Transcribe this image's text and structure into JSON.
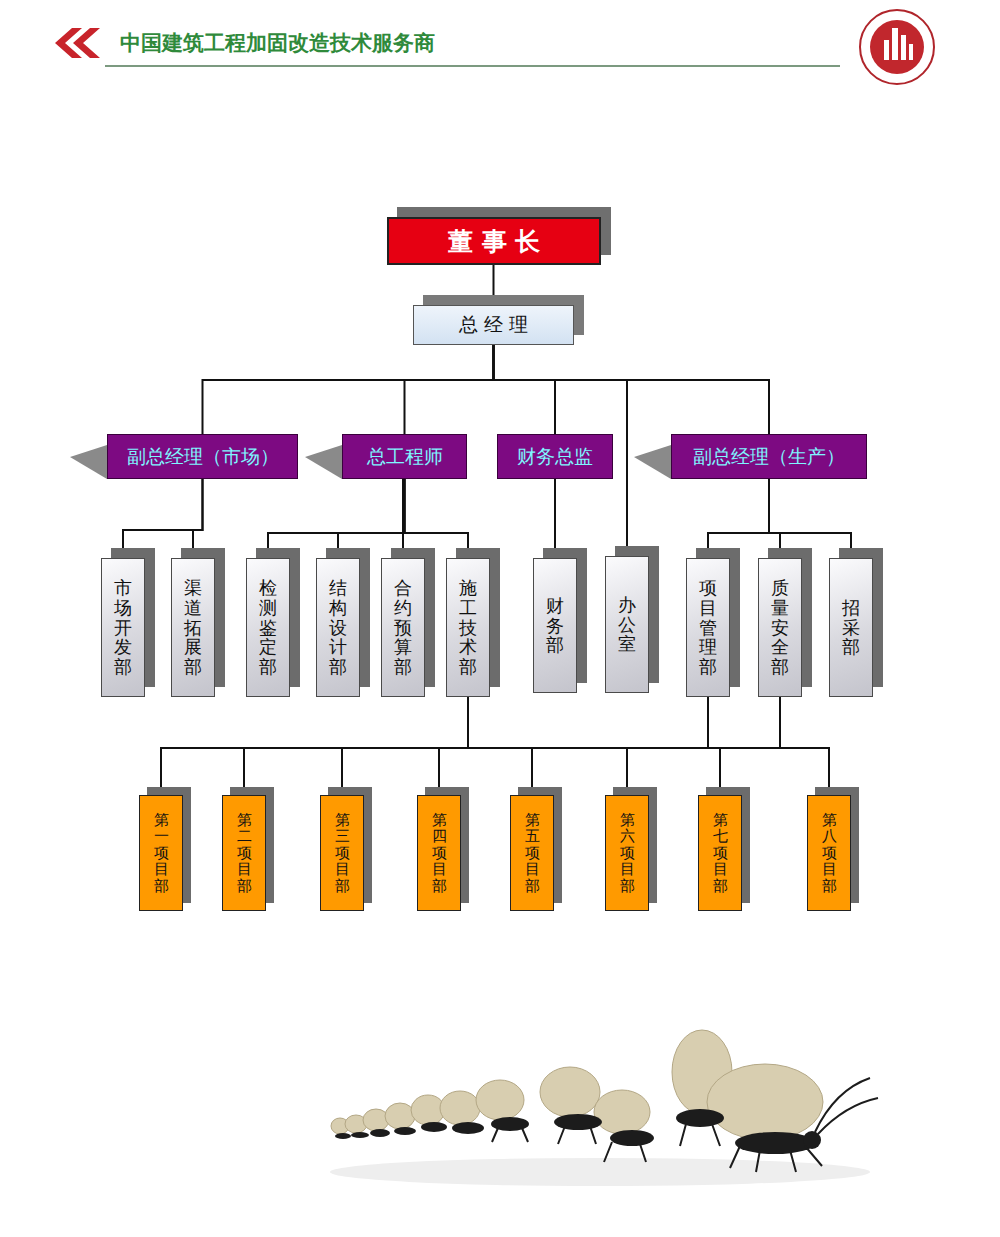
{
  "diagram": {
    "title": "中国建筑工程加固改造技术服务商",
    "nodes": [
      {
        "text": [
          "董事长"
        ]
      },
      {
        "text": [
          "总经理"
        ]
      },
      {
        "text": [
          "副总经理（市场）"
        ]
      },
      {
        "text": [
          "总工程师"
        ]
      },
      {
        "text": [
          "财务总监"
        ]
      },
      {
        "text": [
          "副总经理（生产）"
        ]
      },
      {
        "text": [
          "市场开发部"
        ]
      },
      {
        "text": [
          "渠道拓展部"
        ]
      },
      {
        "text": [
          "检测鉴定部"
        ]
      },
      {
        "text": [
          "结构设计部"
        ]
      },
      {
        "text": [
          "合约预算部"
        ]
      },
      {
        "text": [
          "施工技术部"
        ]
      },
      {
        "text": [
          "财务部"
        ]
      },
      {
        "text": [
          "办公室"
        ]
      },
      {
        "text": [
          "项目管理部"
        ]
      },
      {
        "text": [
          "质量安全部"
        ]
      },
      {
        "text": [
          "招采部"
        ]
      },
      {
        "text": [
          "第一项目部"
        ]
      },
      {
        "text": [
          "第二项目部"
        ]
      },
      {
        "text": [
          "第三项目部"
        ]
      },
      {
        "text": [
          "第四项目部"
        ]
      },
      {
        "text": [
          "第五项目部"
        ]
      },
      {
        "text": [
          "第六项目部"
        ]
      },
      {
        "text": [
          "第七项目部"
        ]
      },
      {
        "text": [
          "第八项目部"
        ]
      }
    ],
    "edges": [
      {
        "from": 0,
        "to": 1,
        "arrow": "none"
      },
      {
        "from": 1,
        "to": 2,
        "arrow": "none"
      },
      {
        "from": 1,
        "to": 3,
        "arrow": "none"
      },
      {
        "from": 1,
        "to": 4,
        "arrow": "none"
      },
      {
        "from": 1,
        "to": 13,
        "arrow": "none"
      },
      {
        "from": 1,
        "to": 5,
        "arrow": "none"
      },
      {
        "from": 2,
        "to": 6,
        "arrow": "none"
      },
      {
        "from": 2,
        "to": 7,
        "arrow": "none"
      },
      {
        "from": 3,
        "to": 8,
        "arrow": "none"
      },
      {
        "from": 3,
        "to": 9,
        "arrow": "none"
      },
      {
        "from": 3,
        "to": 10,
        "arrow": "none"
      },
      {
        "from": 3,
        "to": 11,
        "arrow": "none"
      },
      {
        "from": 4,
        "to": 12,
        "arrow": "none"
      },
      {
        "from": 5,
        "to": 14,
        "arrow": "none"
      },
      {
        "from": 5,
        "to": 15,
        "arrow": "none"
      },
      {
        "from": 5,
        "to": 16,
        "arrow": "none"
      },
      {
        "from": 11,
        "to": 17,
        "arrow": "none"
      },
      {
        "from": 11,
        "to": 18,
        "arrow": "none"
      },
      {
        "from": 11,
        "to": 19,
        "arrow": "none"
      },
      {
        "from": 11,
        "to": 20,
        "arrow": "none"
      },
      {
        "from": 11,
        "to": 21,
        "arrow": "none"
      },
      {
        "from": 11,
        "to": 22,
        "arrow": "none"
      },
      {
        "from": 11,
        "to": 23,
        "arrow": "none"
      },
      {
        "from": 11,
        "to": 24,
        "arrow": "none"
      },
      {
        "from": 14,
        "to": 17,
        "arrow": "none"
      },
      {
        "from": 14,
        "to": 18,
        "arrow": "none"
      },
      {
        "from": 14,
        "to": 19,
        "arrow": "none"
      },
      {
        "from": 14,
        "to": 20,
        "arrow": "none"
      },
      {
        "from": 14,
        "to": 21,
        "arrow": "none"
      },
      {
        "from": 14,
        "to": 22,
        "arrow": "none"
      },
      {
        "from": 14,
        "to": 23,
        "arrow": "none"
      },
      {
        "from": 14,
        "to": 24,
        "arrow": "none"
      },
      {
        "from": 15,
        "to": 17,
        "arrow": "none"
      },
      {
        "from": 15,
        "to": 18,
        "arrow": "none"
      },
      {
        "from": 15,
        "to": 19,
        "arrow": "none"
      },
      {
        "from": 15,
        "to": 20,
        "arrow": "none"
      },
      {
        "from": 15,
        "to": 21,
        "arrow": "none"
      },
      {
        "from": 15,
        "to": 22,
        "arrow": "none"
      },
      {
        "from": 15,
        "to": 23,
        "arrow": "none"
      },
      {
        "from": 15,
        "to": 24,
        "arrow": "none"
      }
    ]
  }
}
